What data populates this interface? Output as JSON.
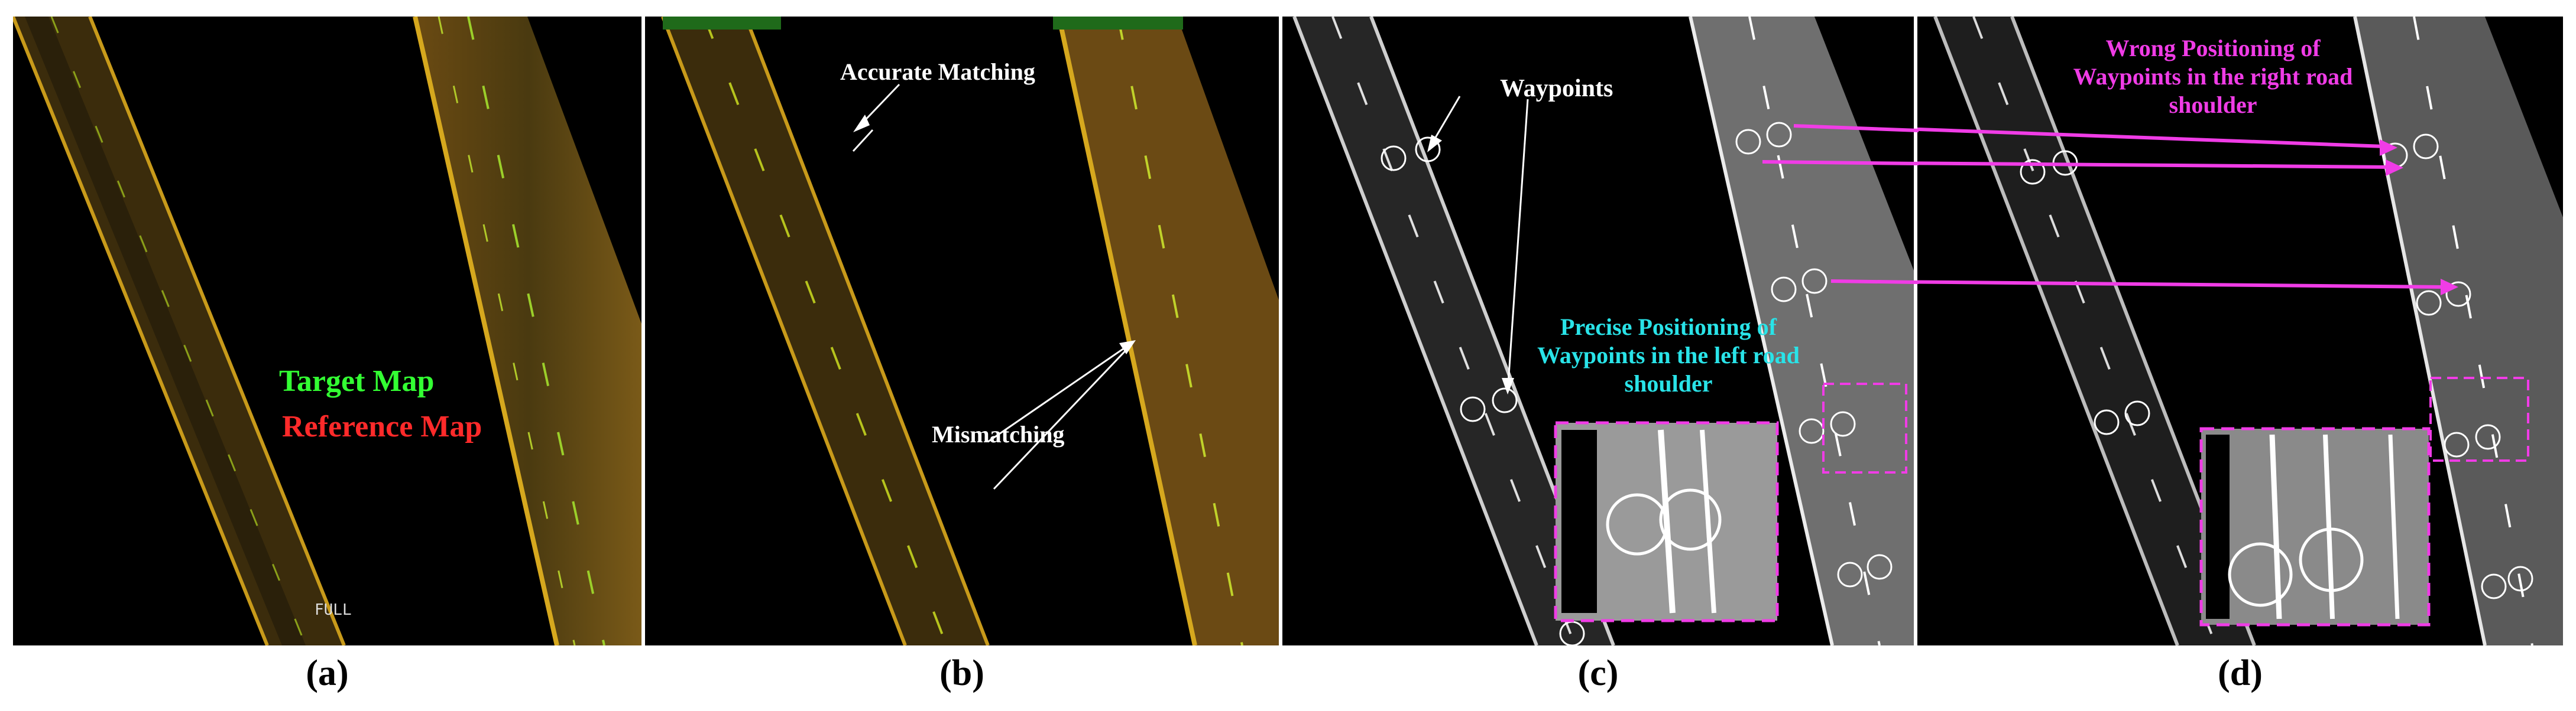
{
  "panels": [
    {
      "caption": "(a)"
    },
    {
      "caption": "(b)"
    },
    {
      "caption": "(c)"
    },
    {
      "caption": "(d)"
    }
  ],
  "panel_a": {
    "target_label": "Target Map",
    "reference_label": "Reference Map",
    "full_tag": "FULL"
  },
  "panel_b": {
    "accurate_label": "Accurate Matching",
    "mismatch_label": "Mismatching"
  },
  "panel_c": {
    "waypoints_label": "Waypoints",
    "precise_label": "Precise Positioning of Waypoints in the left road shoulder"
  },
  "panel_d": {
    "wrong_label": "Wrong Positioning of Waypoints in the right road shoulder"
  },
  "colors": {
    "target": "#33ff33",
    "reference": "#ff2a2a",
    "precise": "#29e3e8",
    "wrong": "#f03ce6",
    "annotation_white": "#ffffff"
  }
}
